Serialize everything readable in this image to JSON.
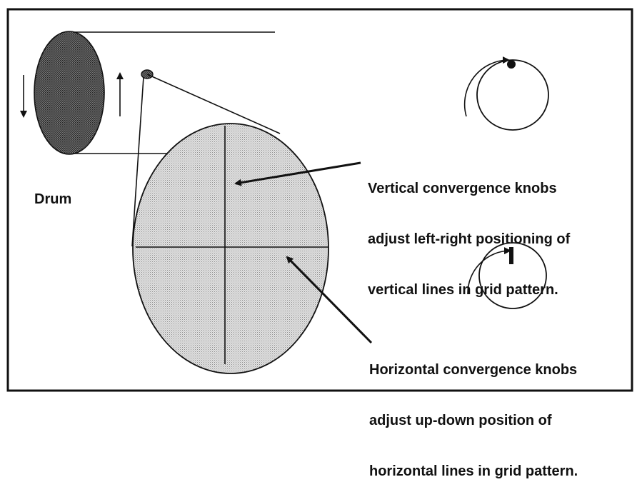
{
  "drum_label": "Drum",
  "vertical_note": {
    "line1": "Vertical convergence knobs",
    "line2": "adjust left-right positioning of",
    "line3": "vertical lines in grid pattern."
  },
  "horizontal_note": {
    "line1": "Horizontal convergence knobs",
    "line2": "adjust up-down position of",
    "line3": "horizontal lines in grid pattern."
  },
  "colors": {
    "ink": "#111111",
    "drum_fill": "#555555",
    "screen_fill": "#c9c9c9",
    "frame": "#111111"
  }
}
